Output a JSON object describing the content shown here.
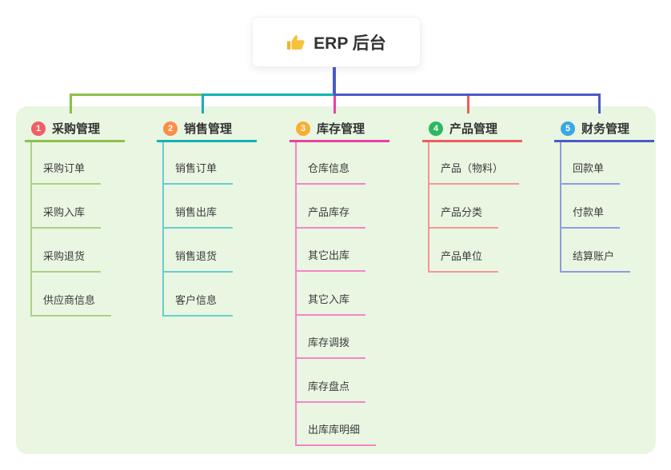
{
  "root": {
    "icon": "thumbs-up-icon",
    "label": "ERP 后台"
  },
  "colors": {
    "root_connector": "#4b5ac6",
    "panel_background": "#e9f6e2"
  },
  "branches": [
    {
      "badge": "1",
      "label": "采购管理",
      "badge_color": "#f25e67",
      "line_color": "#8cbf4a",
      "child_line_color": "#aad381",
      "children": [
        "采购订单",
        "采购入库",
        "采购退货",
        "供应商信息"
      ]
    },
    {
      "badge": "2",
      "label": "销售管理",
      "badge_color": "#fb8e47",
      "line_color": "#14b2b4",
      "child_line_color": "#69cdcd",
      "children": [
        "销售订单",
        "销售出库",
        "销售退货",
        "客户信息"
      ]
    },
    {
      "badge": "3",
      "label": "库存管理",
      "badge_color": "#fcae33",
      "line_color": "#ea41a4",
      "child_line_color": "#f585c6",
      "children": [
        "仓库信息",
        "产品库存",
        "其它出库",
        "其它入库",
        "库存调拨",
        "库存盘点",
        "出库库明细"
      ]
    },
    {
      "badge": "4",
      "label": "产品管理",
      "badge_color": "#2eb85f",
      "line_color": "#f25c5c",
      "child_line_color": "#f79595",
      "children": [
        "产品（物料）",
        "产品分类",
        "产品单位"
      ]
    },
    {
      "badge": "5",
      "label": "财务管理",
      "badge_color": "#39a8e0",
      "line_color": "#4b5ac6",
      "child_line_color": "#8e9cdf",
      "children": [
        "回款单",
        "付款单",
        "结算账户"
      ]
    }
  ]
}
